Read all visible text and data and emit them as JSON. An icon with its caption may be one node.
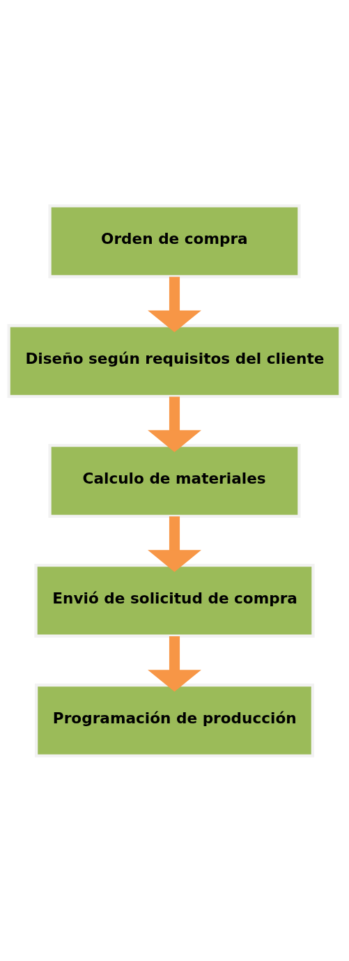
{
  "diagram": {
    "nodes": [
      {
        "text": [
          "Orden de compra"
        ]
      },
      {
        "text": [
          "Diseño según requisitos del cliente"
        ]
      },
      {
        "text": [
          "Calculo de materiales"
        ]
      },
      {
        "text": [
          "Envió de solicitud de compra"
        ]
      },
      {
        "text": [
          "Programación de producción"
        ]
      }
    ],
    "edges": [
      {
        "from": 0,
        "to": 1,
        "arrow": "to"
      },
      {
        "from": 1,
        "to": 2,
        "arrow": "to"
      },
      {
        "from": 2,
        "to": 3,
        "arrow": "to"
      },
      {
        "from": 3,
        "to": 4,
        "arrow": "to"
      }
    ]
  }
}
